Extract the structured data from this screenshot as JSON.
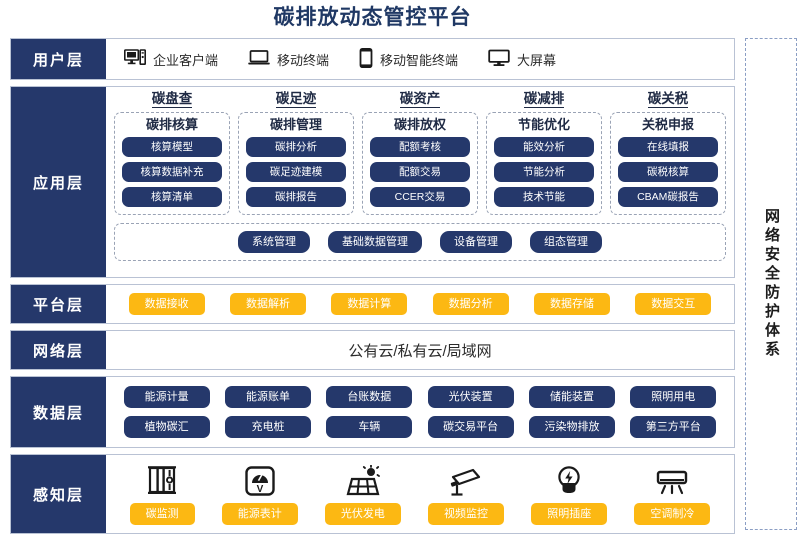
{
  "title": "碳排放动态管控平台",
  "colors": {
    "navy": "#25386b",
    "amber": "#fcb813",
    "title_blue": "#1f3864",
    "dash_border": "#9aa3b5"
  },
  "security_band": {
    "label": "网络安全防护体系"
  },
  "layers": {
    "user": {
      "label": "用户层",
      "items": [
        {
          "icon": "desktop-tower-icon",
          "label": "企业客户端"
        },
        {
          "icon": "laptop-icon",
          "label": "移动终端"
        },
        {
          "icon": "smartphone-icon",
          "label": "移动智能终端"
        },
        {
          "icon": "monitor-icon",
          "label": "大屏幕"
        }
      ]
    },
    "application": {
      "label": "应用层",
      "groups": [
        {
          "title": "碳盘查",
          "subtitle": "碳排核算",
          "chips": [
            "核算模型",
            "核算数据补充",
            "核算清单"
          ]
        },
        {
          "title": "碳足迹",
          "subtitle": "碳排管理",
          "chips": [
            "碳排分析",
            "碳足迹建模",
            "碳排报告"
          ]
        },
        {
          "title": "碳资产",
          "subtitle": "碳排放权",
          "chips": [
            "配额考核",
            "配额交易",
            "CCER交易"
          ]
        },
        {
          "title": "碳减排",
          "subtitle": "节能优化",
          "chips": [
            "能效分析",
            "节能分析",
            "技术节能"
          ]
        },
        {
          "title": "碳关税",
          "subtitle": "关税申报",
          "chips": [
            "在线填报",
            "碳税核算",
            "CBAM碳报告"
          ]
        }
      ],
      "management": [
        "系统管理",
        "基础数据管理",
        "设备管理",
        "组态管理"
      ]
    },
    "platform": {
      "label": "平台层",
      "items": [
        "数据接收",
        "数据解析",
        "数据计算",
        "数据分析",
        "数据存储",
        "数据交互"
      ]
    },
    "network": {
      "label": "网络层",
      "text": "公有云/私有云/局域网"
    },
    "data": {
      "label": "数据层",
      "row1": [
        "能源计量",
        "能源账单",
        "台账数据",
        "光伏装置",
        "储能装置",
        "照明用电"
      ],
      "row2": [
        "植物碳汇",
        "充电桩",
        "车辆",
        "碳交易平台",
        "污染物排放",
        "第三方平台"
      ]
    },
    "perception": {
      "label": "感知层",
      "items": [
        {
          "icon": "carbon-monitor-icon",
          "label": "碳监测"
        },
        {
          "icon": "energy-meter-icon",
          "label": "能源表计"
        },
        {
          "icon": "solar-panel-icon",
          "label": "光伏发电"
        },
        {
          "icon": "cctv-camera-icon",
          "label": "视频监控"
        },
        {
          "icon": "light-bulb-icon",
          "label": "照明插座"
        },
        {
          "icon": "air-conditioner-icon",
          "label": "空调制冷"
        }
      ]
    }
  }
}
